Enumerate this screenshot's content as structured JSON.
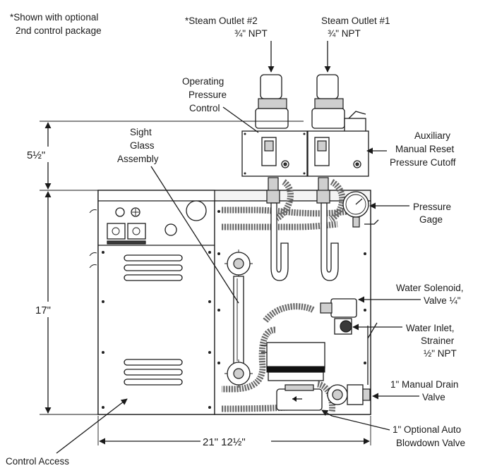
{
  "note": {
    "line1": "*Shown with optional",
    "line2": "2nd control package"
  },
  "labels": {
    "steam_outlet_2": {
      "line1": "*Steam Outlet #2",
      "line2": "¾\" NPT"
    },
    "steam_outlet_1": {
      "line1": "Steam Outlet #1",
      "line2": "¾\" NPT"
    },
    "operating_pressure_control": {
      "line1": "Operating",
      "line2": "Pressure",
      "line3": "Control"
    },
    "sight_glass_assembly": {
      "line1": "Sight",
      "line2": "Glass",
      "line3": "Assembly"
    },
    "auxiliary_cutoff": {
      "line1": "Auxiliary",
      "line2": "Manual Reset",
      "line3": "Pressure Cutoff"
    },
    "pressure_gage": {
      "line1": "Pressure",
      "line2": "Gage"
    },
    "water_solenoid": {
      "line1": "Water Solenoid,",
      "line2": "Valve ¼\""
    },
    "water_inlet": {
      "line1": "Water Inlet,",
      "line2": "Strainer",
      "line3": "½\"  NPT"
    },
    "manual_drain": {
      "line1": "1\" Manual Drain",
      "line2": "Valve"
    },
    "auto_blowdown": {
      "line1": "1\" Optional Auto",
      "line2": "Blowdown Valve"
    },
    "control_access": "Control Access"
  },
  "dimensions": {
    "top_height": "5½\"",
    "body_height": "17\"",
    "width": "21\" 12½\""
  },
  "colors": {
    "line": "#1a1a1a",
    "panel": "#f4f4f4",
    "hose": "#6a6a6a"
  }
}
